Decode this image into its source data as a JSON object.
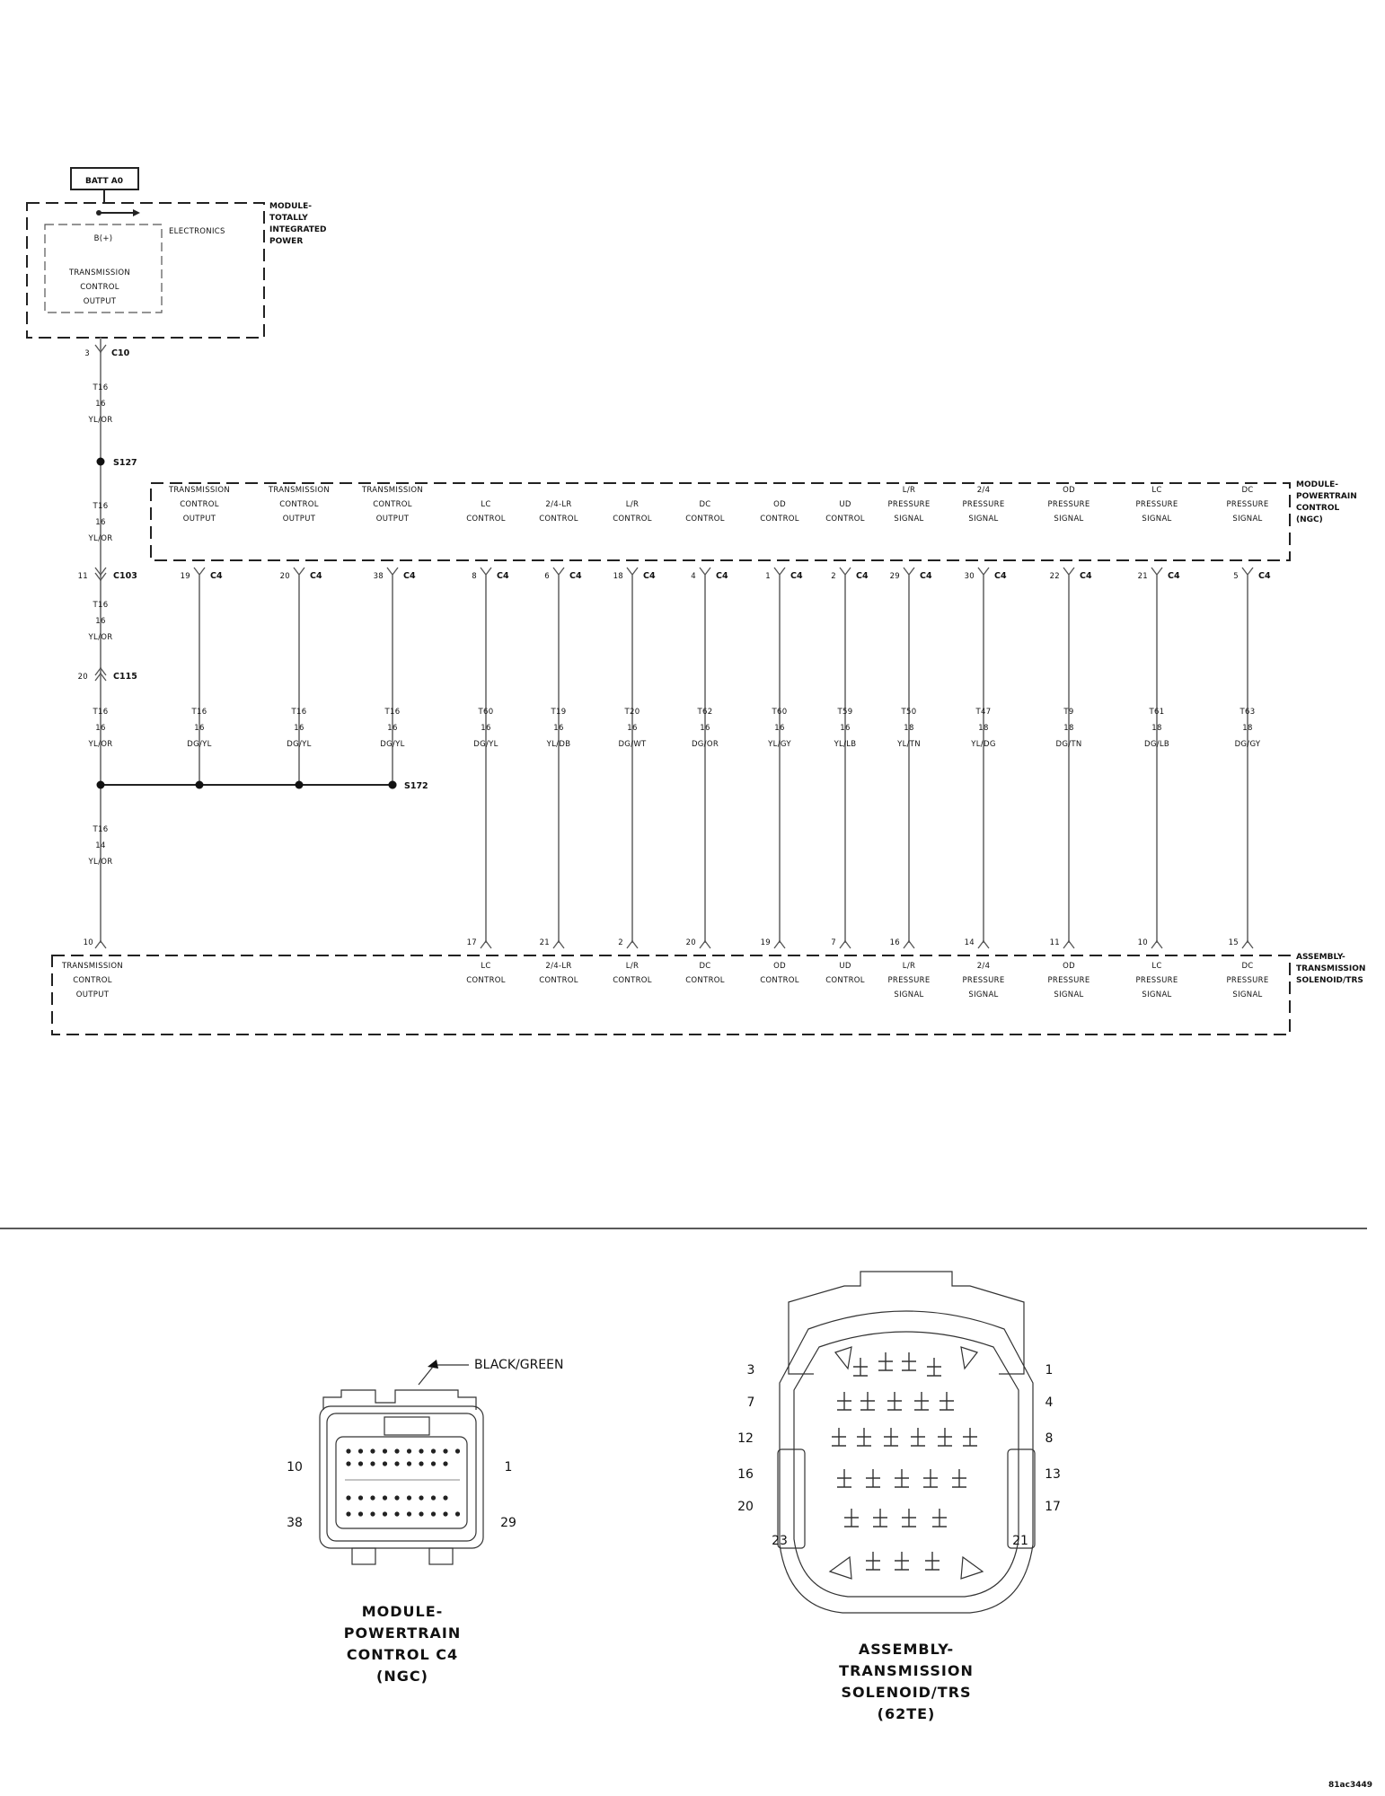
{
  "power": {
    "source_label": "BATT A0",
    "module_name": [
      "MODULE-",
      "TOTALLY",
      "INTEGRATED",
      "POWER"
    ],
    "inner_label": "B(+)",
    "electronics_label": "ELECTRONICS",
    "output_label": [
      "TRANSMISSION",
      "CONTROL",
      "OUTPUT"
    ],
    "connector": {
      "pin": "3",
      "name": "C10"
    },
    "wire1": {
      "circuit": "T16",
      "gauge": "16",
      "color": "YL/OR"
    },
    "splice1": "S127",
    "connector2": {
      "pin": "11",
      "name": "C103"
    },
    "wire2": {
      "circuit": "T16",
      "gauge": "16",
      "color": "YL/OR"
    },
    "connector3": {
      "pin": "20",
      "name": "C115"
    },
    "wire3": {
      "circuit": "T16",
      "gauge": "16",
      "color": "YL/OR"
    },
    "splice2": "S172",
    "wire4": {
      "circuit": "T16",
      "gauge": "14",
      "color": "YL/OR"
    }
  },
  "pcm": {
    "name": [
      "MODULE-",
      "POWERTRAIN",
      "CONTROL",
      "(NGC)"
    ],
    "connector_name": "C4",
    "pins": [
      {
        "label": [
          "TRANSMISSION",
          "CONTROL",
          "OUTPUT"
        ],
        "pin": "19",
        "circuit": "T16",
        "gauge": "16",
        "color": "DG/YL"
      },
      {
        "label": [
          "TRANSMISSION",
          "CONTROL",
          "OUTPUT"
        ],
        "pin": "20",
        "circuit": "T16",
        "gauge": "16",
        "color": "DG/YL"
      },
      {
        "label": [
          "TRANSMISSION",
          "CONTROL",
          "OUTPUT"
        ],
        "pin": "38",
        "circuit": "T16",
        "gauge": "16",
        "color": "DG/YL"
      },
      {
        "label": [
          "LC",
          "CONTROL"
        ],
        "pin": "8",
        "circuit": "T60",
        "gauge": "16",
        "color": "DG/YL",
        "trs_pin": "17",
        "trs_label": [
          "LC",
          "CONTROL"
        ]
      },
      {
        "label": [
          "2/4-LR",
          "CONTROL"
        ],
        "pin": "6",
        "circuit": "T19",
        "gauge": "16",
        "color": "YL/DB",
        "trs_pin": "21",
        "trs_label": [
          "2/4-LR",
          "CONTROL"
        ]
      },
      {
        "label": [
          "L/R",
          "CONTROL"
        ],
        "pin": "18",
        "circuit": "T20",
        "gauge": "16",
        "color": "DG/WT",
        "trs_pin": "2",
        "trs_label": [
          "L/R",
          "CONTROL"
        ]
      },
      {
        "label": [
          "DC",
          "CONTROL"
        ],
        "pin": "4",
        "circuit": "T62",
        "gauge": "16",
        "color": "DG/OR",
        "trs_pin": "20",
        "trs_label": [
          "DC",
          "CONTROL"
        ]
      },
      {
        "label": [
          "OD",
          "CONTROL"
        ],
        "pin": "1",
        "circuit": "T60",
        "gauge": "16",
        "color": "YL/GY",
        "trs_pin": "19",
        "trs_label": [
          "OD",
          "CONTROL"
        ]
      },
      {
        "label": [
          "UD",
          "CONTROL"
        ],
        "pin": "2",
        "circuit": "T59",
        "gauge": "16",
        "color": "YL/LB",
        "trs_pin": "7",
        "trs_label": [
          "UD",
          "CONTROL"
        ]
      },
      {
        "label": [
          "L/R",
          "PRESSURE",
          "SIGNAL"
        ],
        "pin": "29",
        "circuit": "T50",
        "gauge": "18",
        "color": "YL/TN",
        "trs_pin": "16",
        "trs_label": [
          "L/R",
          "PRESSURE",
          "SIGNAL"
        ]
      },
      {
        "label": [
          "2/4",
          "PRESSURE",
          "SIGNAL"
        ],
        "pin": "30",
        "circuit": "T47",
        "gauge": "18",
        "color": "YL/DG",
        "trs_pin": "14",
        "trs_label": [
          "2/4",
          "PRESSURE",
          "SIGNAL"
        ]
      },
      {
        "label": [
          "OD",
          "PRESSURE",
          "SIGNAL"
        ],
        "pin": "22",
        "circuit": "T9",
        "gauge": "18",
        "color": "DG/TN",
        "trs_pin": "11",
        "trs_label": [
          "OD",
          "PRESSURE",
          "SIGNAL"
        ]
      },
      {
        "label": [
          "LC",
          "PRESSURE",
          "SIGNAL"
        ],
        "pin": "21",
        "circuit": "T61",
        "gauge": "18",
        "color": "DG/LB",
        "trs_pin": "10",
        "trs_label": [
          "LC",
          "PRESSURE",
          "SIGNAL"
        ]
      },
      {
        "label": [
          "DC",
          "PRESSURE",
          "SIGNAL"
        ],
        "pin": "5",
        "circuit": "T63",
        "gauge": "18",
        "color": "DG/GY",
        "trs_pin": "15",
        "trs_label": [
          "DC",
          "PRESSURE",
          "SIGNAL"
        ]
      }
    ]
  },
  "trs": {
    "name": [
      "ASSEMBLY-",
      "TRANSMISSION",
      "SOLENOID/TRS"
    ],
    "left_pin": "10",
    "left_label": [
      "TRANSMISSION",
      "CONTROL",
      "OUTPUT"
    ]
  },
  "views": {
    "pcm_view": {
      "callout": "BLACK/GREEN",
      "pins": {
        "top_left": "10",
        "top_right": "1",
        "bottom_left": "38",
        "bottom_right": "29"
      },
      "caption": [
        "MODULE-",
        "POWERTRAIN",
        "CONTROL C4",
        "(NGC)"
      ]
    },
    "trs_view": {
      "pins_left": [
        "3",
        "7",
        "12",
        "16",
        "20",
        "23"
      ],
      "pins_right": [
        "1",
        "4",
        "8",
        "13",
        "17",
        "21"
      ],
      "caption": [
        "ASSEMBLY-",
        "TRANSMISSION",
        "SOLENOID/TRS",
        "(62TE)"
      ]
    }
  },
  "figure_id": "81ac3449"
}
